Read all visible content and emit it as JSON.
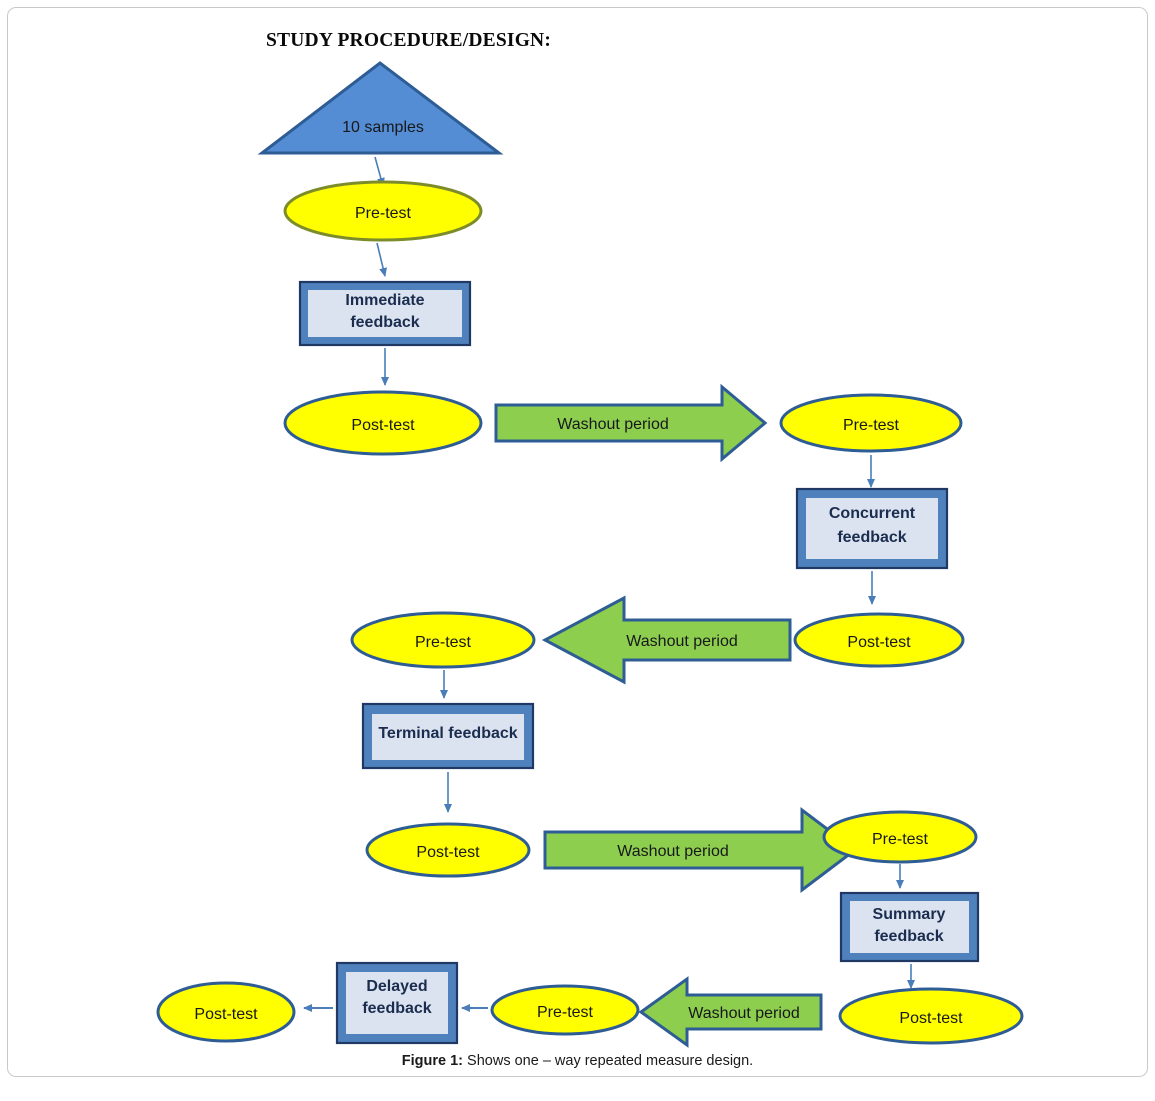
{
  "page": {
    "title": "STUDY PROCEDURE/DESIGN:",
    "caption_label": "Figure 1:",
    "caption_text": " Shows one – way repeated measure design."
  },
  "colors": {
    "triangle_fill": "#548DD4",
    "triangle_stroke": "#2E5C94",
    "ellipse_fill": "#FFFF00",
    "ellipse_stroke_blue": "#2E5C94",
    "ellipse_stroke_olive": "#7D8C2A",
    "box_fill": "#DCE3F0",
    "box_band": "#4F81BD",
    "box_outline": "#1F3864",
    "arrow_green_fill": "#8DCE4F",
    "arrow_green_stroke": "#2E5C94",
    "connector": "#4A7EBB",
    "text_dark": "#17181a",
    "box_text": "#1b2d4f",
    "page_border": "#c9c9c9"
  },
  "chart_data": {
    "type": "diagram",
    "title": "STUDY PROCEDURE/DESIGN:",
    "description": "One-way repeated measure design flowchart: a sample group cycles through five feedback conditions, each preceded by a pre-test and followed by a post-test, with washout periods in between.",
    "nodes": [
      {
        "id": "n1",
        "kind": "triangle",
        "label": "10 samples",
        "shape": "triangle",
        "fill": "#548DD4"
      },
      {
        "id": "n2",
        "kind": "test",
        "label": "Pre-test",
        "shape": "ellipse",
        "fill": "#FFFF00",
        "stroke": "#7D8C2A"
      },
      {
        "id": "n3",
        "kind": "intervention",
        "label": "Immediate feedback",
        "shape": "rect",
        "fill": "#DCE3F0"
      },
      {
        "id": "n4",
        "kind": "test",
        "label": "Post-test",
        "shape": "ellipse",
        "fill": "#FFFF00",
        "stroke": "#2E5C94"
      },
      {
        "id": "n5",
        "kind": "washout",
        "label": "Washout period",
        "shape": "arrow-right",
        "fill": "#8DCE4F"
      },
      {
        "id": "n6",
        "kind": "test",
        "label": "Pre-test",
        "shape": "ellipse",
        "fill": "#FFFF00",
        "stroke": "#2E5C94"
      },
      {
        "id": "n7",
        "kind": "intervention",
        "label": "Concurrent feedback",
        "shape": "rect",
        "fill": "#DCE3F0"
      },
      {
        "id": "n8",
        "kind": "test",
        "label": "Post-test",
        "shape": "ellipse",
        "fill": "#FFFF00",
        "stroke": "#2E5C94"
      },
      {
        "id": "n9",
        "kind": "washout",
        "label": "Washout period",
        "shape": "arrow-left",
        "fill": "#8DCE4F"
      },
      {
        "id": "n10",
        "kind": "test",
        "label": "Pre-test",
        "shape": "ellipse",
        "fill": "#FFFF00",
        "stroke": "#2E5C94"
      },
      {
        "id": "n11",
        "kind": "intervention",
        "label": "Terminal feedback",
        "shape": "rect",
        "fill": "#DCE3F0"
      },
      {
        "id": "n12",
        "kind": "test",
        "label": "Post-test",
        "shape": "ellipse",
        "fill": "#FFFF00",
        "stroke": "#2E5C94"
      },
      {
        "id": "n13",
        "kind": "washout",
        "label": "Washout period",
        "shape": "arrow-right",
        "fill": "#8DCE4F"
      },
      {
        "id": "n14",
        "kind": "test",
        "label": "Pre-test",
        "shape": "ellipse",
        "fill": "#FFFF00",
        "stroke": "#2E5C94"
      },
      {
        "id": "n15",
        "kind": "intervention",
        "label": "Summary feedback",
        "shape": "rect",
        "fill": "#DCE3F0"
      },
      {
        "id": "n16",
        "kind": "test",
        "label": "Post-test",
        "shape": "ellipse",
        "fill": "#FFFF00",
        "stroke": "#2E5C94"
      },
      {
        "id": "n17",
        "kind": "washout",
        "label": "Washout period",
        "shape": "arrow-left",
        "fill": "#8DCE4F"
      },
      {
        "id": "n18",
        "kind": "test",
        "label": "Pre-test",
        "shape": "ellipse",
        "fill": "#FFFF00",
        "stroke": "#2E5C94"
      },
      {
        "id": "n19",
        "kind": "intervention",
        "label": "Delayed feedback",
        "shape": "rect",
        "fill": "#DCE3F0"
      },
      {
        "id": "n20",
        "kind": "test",
        "label": "Post-test",
        "shape": "ellipse",
        "fill": "#FFFF00",
        "stroke": "#2E5C94"
      }
    ],
    "edges": [
      {
        "from": "n1",
        "to": "n2",
        "dir": "down"
      },
      {
        "from": "n2",
        "to": "n3",
        "dir": "down"
      },
      {
        "from": "n3",
        "to": "n4",
        "dir": "down"
      },
      {
        "from": "n4",
        "to": "n6",
        "dir": "right",
        "via": "n5"
      },
      {
        "from": "n6",
        "to": "n7",
        "dir": "down"
      },
      {
        "from": "n7",
        "to": "n8",
        "dir": "down"
      },
      {
        "from": "n8",
        "to": "n10",
        "dir": "left",
        "via": "n9"
      },
      {
        "from": "n10",
        "to": "n11",
        "dir": "down"
      },
      {
        "from": "n11",
        "to": "n12",
        "dir": "down"
      },
      {
        "from": "n12",
        "to": "n14",
        "dir": "right",
        "via": "n13"
      },
      {
        "from": "n14",
        "to": "n15",
        "dir": "down"
      },
      {
        "from": "n15",
        "to": "n16",
        "dir": "down"
      },
      {
        "from": "n16",
        "to": "n18",
        "dir": "left",
        "via": "n17"
      },
      {
        "from": "n18",
        "to": "n19",
        "dir": "left"
      },
      {
        "from": "n19",
        "to": "n20",
        "dir": "left"
      }
    ]
  },
  "labels": {
    "samples": "10 samples",
    "pretest_1": "Pre-test",
    "immediate_feedback_l1": "Immediate",
    "immediate_feedback_l2": "feedback",
    "posttest_1": "Post-test",
    "washout_1": "Washout period",
    "pretest_2": "Pre-test",
    "concurrent_feedback_l1": "Concurrent",
    "concurrent_feedback_l2": "feedback",
    "posttest_2": "Post-test",
    "washout_2": "Washout period",
    "pretest_3": "Pre-test",
    "terminal_feedback": "Terminal feedback",
    "posttest_3": "Post-test",
    "washout_3": "Washout period",
    "pretest_4": "Pre-test",
    "summary_feedback_l1": "Summary",
    "summary_feedback_l2": "feedback",
    "posttest_4": "Post-test",
    "washout_4": "Washout period",
    "pretest_5": "Pre-test",
    "delayed_feedback_l1": "Delayed",
    "delayed_feedback_l2": "feedback",
    "posttest_5": "Post-test"
  }
}
